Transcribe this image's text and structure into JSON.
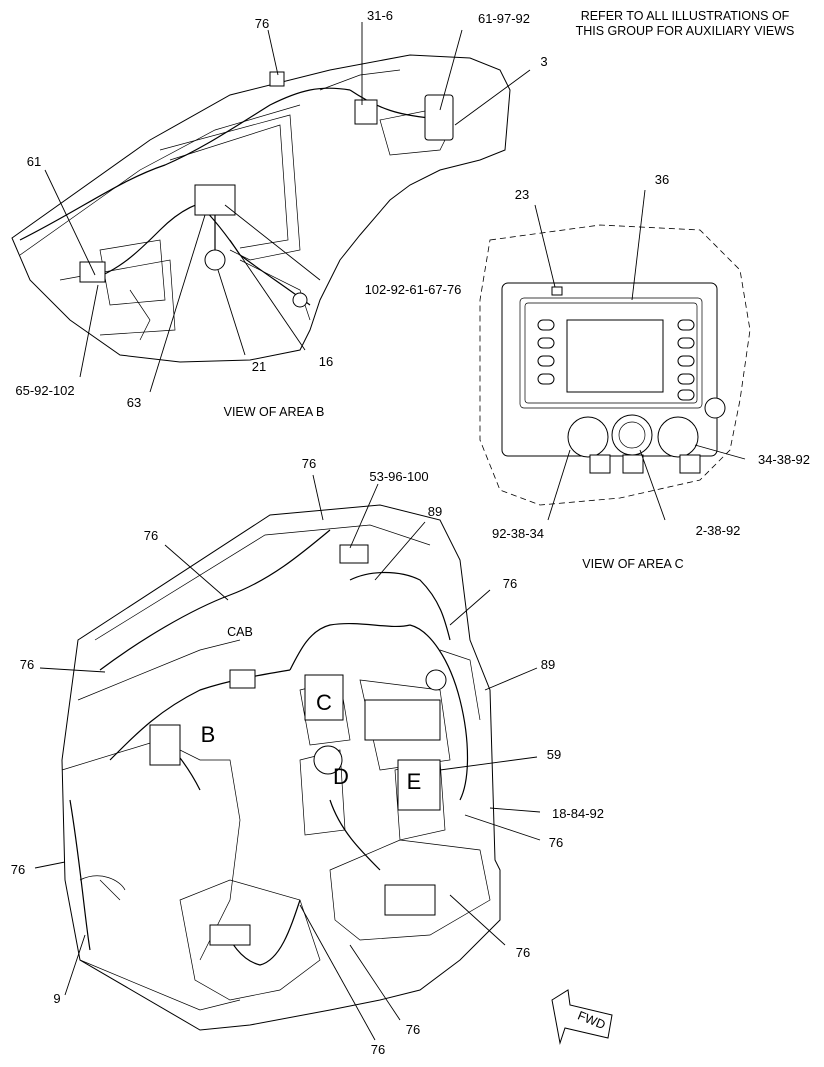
{
  "notes": {
    "refer_line1": "REFER TO ALL ILLUSTRATIONS OF",
    "refer_line2": "THIS GROUP FOR AUXILIARY VIEWS",
    "view_b": "VIEW OF AREA  B",
    "view_c": "VIEW OF AREA  C",
    "cab": "CAB",
    "fwd": "FWD"
  },
  "area_letters": {
    "b": "B",
    "c": "C",
    "d": "D",
    "e": "E"
  },
  "callouts": {
    "c76_top": "76",
    "c31_6": "31-6",
    "c61_97_92": "61-97-92",
    "c3": "3",
    "c61": "61",
    "c102": "102-92-61-67-76",
    "c65": "65-92-102",
    "c63": "63",
    "c21": "21",
    "c16": "16",
    "c23": "23",
    "c36": "36",
    "c34_38_92": "34-38-92",
    "c92_38_34": "92-38-34",
    "c2_38_92": "2-38-92",
    "c76_a": "76",
    "c53_96_100": "53-96-100",
    "c89_a": "89",
    "c76_b": "76",
    "c76_c": "76",
    "c76_d": "76",
    "c89_b": "89",
    "c59": "59",
    "c18_84_92": "18-84-92",
    "c76_e": "76",
    "c76_f": "76",
    "c9": "9",
    "c76_g": "76",
    "c76_h": "76",
    "c76_i": "76"
  }
}
